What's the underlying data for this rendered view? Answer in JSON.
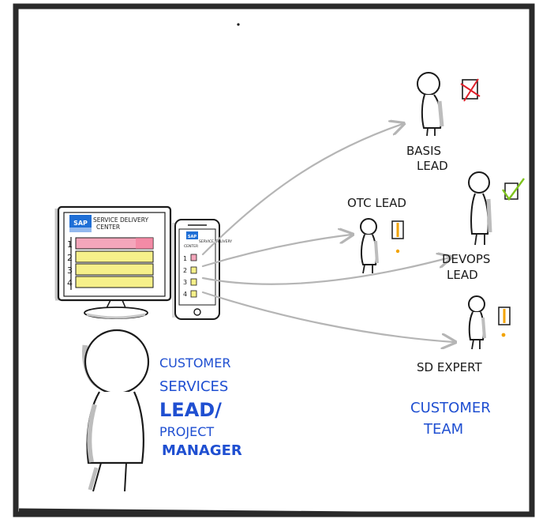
{
  "monitor": {
    "logo": "SAP",
    "title_line1": "SERVICE DELIVERY",
    "title_line2": "CENTER",
    "rows": [
      "1",
      "2",
      "3",
      "4"
    ]
  },
  "phone": {
    "logo": "SAP",
    "title_line1": "SERVICE DELIVERY",
    "title_line2": "CENTER",
    "rows": [
      "1",
      "2",
      "3",
      "4"
    ]
  },
  "people": {
    "basis_lead": {
      "line1": "BASIS",
      "line2": "LEAD"
    },
    "otc_lead": {
      "line1": "OTC LEAD"
    },
    "devops_lead": {
      "line1": "DEVOPS",
      "line2": "LEAD"
    },
    "sd_expert": {
      "line1": "SD EXPERT"
    }
  },
  "customer_services": {
    "line1": "CUSTOMER",
    "line2": "SERVICES",
    "line3": "LEAD/",
    "line4": "PROJECT",
    "line5": "MANAGER"
  },
  "customer_team": {
    "line1": "CUSTOMER",
    "line2": "TEAM"
  },
  "colors": {
    "frame": "#2a2a2a",
    "ink": "#1a1a1a",
    "blue_text": "#1f4fd1",
    "sap_blue": "#1f6fd6",
    "pink_row": "#f4a6bb",
    "yellow_row": "#f6f08a",
    "arrow_grey": "#b5b5b5",
    "check_green": "#7fc41e",
    "cross_red": "#e0202a",
    "alert_orange": "#f2a300"
  }
}
